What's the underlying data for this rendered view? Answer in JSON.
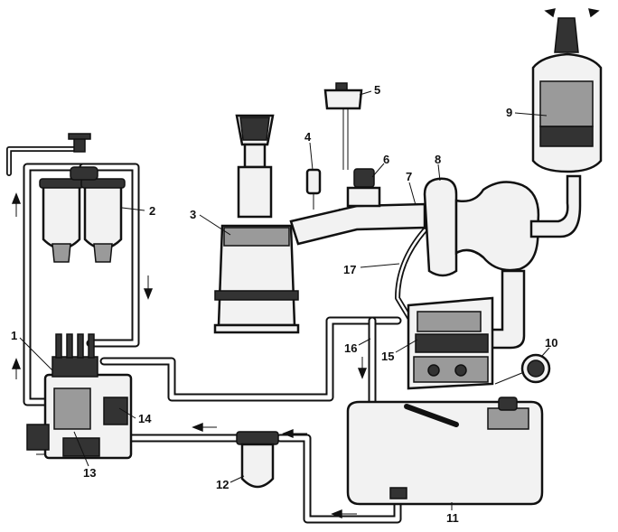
{
  "callouts": [
    {
      "id": "1",
      "label": "1"
    },
    {
      "id": "2",
      "label": "2"
    },
    {
      "id": "3",
      "label": "3"
    },
    {
      "id": "4",
      "label": "4"
    },
    {
      "id": "5",
      "label": "5"
    },
    {
      "id": "6",
      "label": "6"
    },
    {
      "id": "7",
      "label": "7"
    },
    {
      "id": "8",
      "label": "8"
    },
    {
      "id": "9",
      "label": "9"
    },
    {
      "id": "10",
      "label": "10"
    },
    {
      "id": "11",
      "label": "11"
    },
    {
      "id": "12",
      "label": "12"
    },
    {
      "id": "13",
      "label": "13"
    },
    {
      "id": "14",
      "label": "14"
    },
    {
      "id": "15",
      "label": "15"
    },
    {
      "id": "16",
      "label": "16"
    },
    {
      "id": "17",
      "label": "17"
    }
  ],
  "colors": {
    "ink": "#111111",
    "paper": "#ffffff",
    "shade": "#9a9a9a"
  }
}
